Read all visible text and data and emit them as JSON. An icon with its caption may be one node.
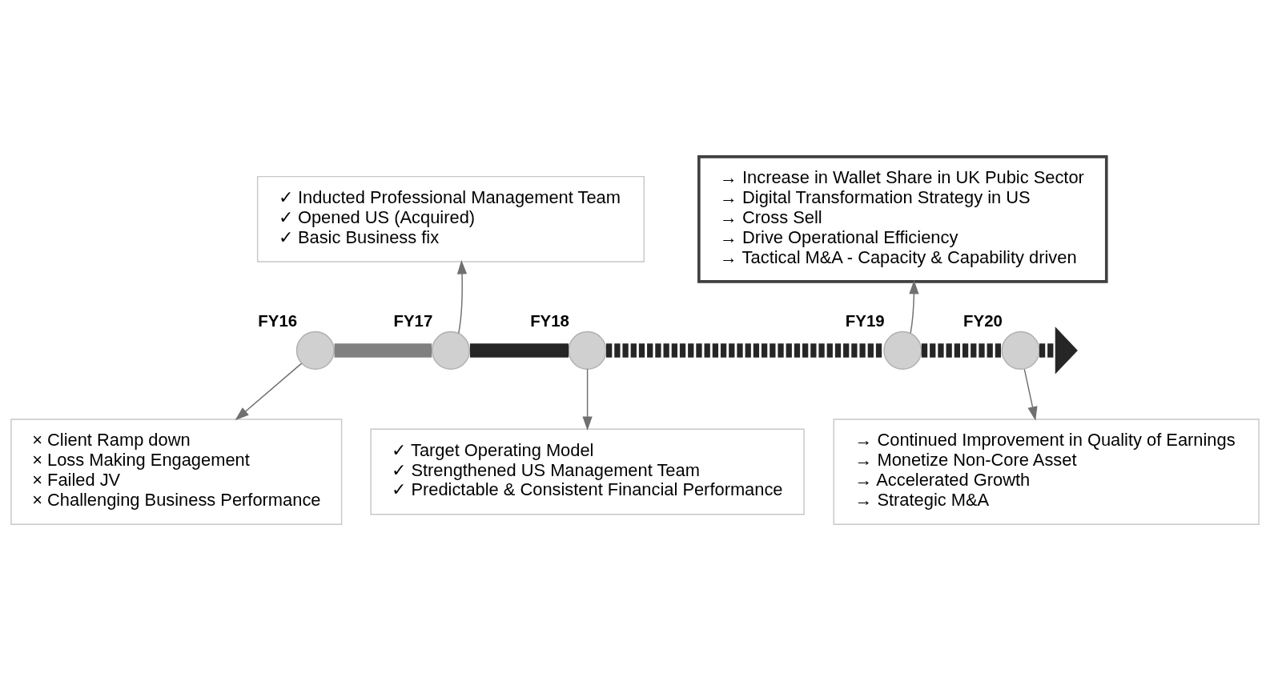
{
  "diagram": {
    "nodes": [
      {
        "text": [
          "✓ Inducted Professional Management Team",
          "✓ Opened US (Acquired)",
          "✓ Basic Business fix"
        ]
      },
      {
        "text": [
          "→ Increase in Wallet Share in UK Pubic Sector",
          "→ Digital Transformation Strategy in US",
          "→ Cross Sell",
          "→ Drive Operational Efficiency",
          "→ Tactical M&A - Capacity & Capability driven"
        ]
      },
      {
        "text": [],
        "shape": "circle",
        "beside": [
          "FY16"
        ]
      },
      {
        "text": [],
        "shape": "circle",
        "beside": [
          "FY17"
        ]
      },
      {
        "text": [],
        "shape": "circle",
        "beside": [
          "FY18"
        ]
      },
      {
        "text": [],
        "shape": "circle",
        "beside": [
          "FY19"
        ]
      },
      {
        "text": [],
        "shape": "circle",
        "beside": [
          "FY20"
        ]
      },
      {
        "text": [
          "× Client Ramp down",
          "× Loss Making Engagement",
          "× Failed JV",
          "× Challenging Business Performance"
        ]
      },
      {
        "text": [
          "✓ Target Operating Model",
          "✓ Strengthened US Management Team",
          "✓ Predictable & Consistent Financial Performance"
        ]
      },
      {
        "text": [
          "→ Continued Improvement in Quality of Earnings",
          "→ Monetize Non-Core Asset",
          "→ Accelerated Growth",
          "→ Strategic M&A"
        ]
      }
    ],
    "edges": [
      {
        "from": 2,
        "to": 3,
        "arrow": "none",
        "style": "thick",
        "color": "#808080"
      },
      {
        "from": 3,
        "to": 4,
        "arrow": "none",
        "style": "thick"
      },
      {
        "from": 4,
        "to": 5,
        "arrow": "none",
        "style": "dashed"
      },
      {
        "from": 5,
        "to": 6,
        "arrow": "none",
        "style": "dashed"
      },
      {
        "from": 6,
        "to": null,
        "arrow": "to",
        "style": "dashed"
      },
      {
        "from": 3,
        "to": 0,
        "arrow": "to"
      },
      {
        "from": 5,
        "to": 1,
        "arrow": "to"
      },
      {
        "from": 2,
        "to": 7,
        "arrow": "to"
      },
      {
        "from": 4,
        "to": 8,
        "arrow": "to"
      },
      {
        "from": 6,
        "to": 9,
        "arrow": "to"
      }
    ]
  }
}
